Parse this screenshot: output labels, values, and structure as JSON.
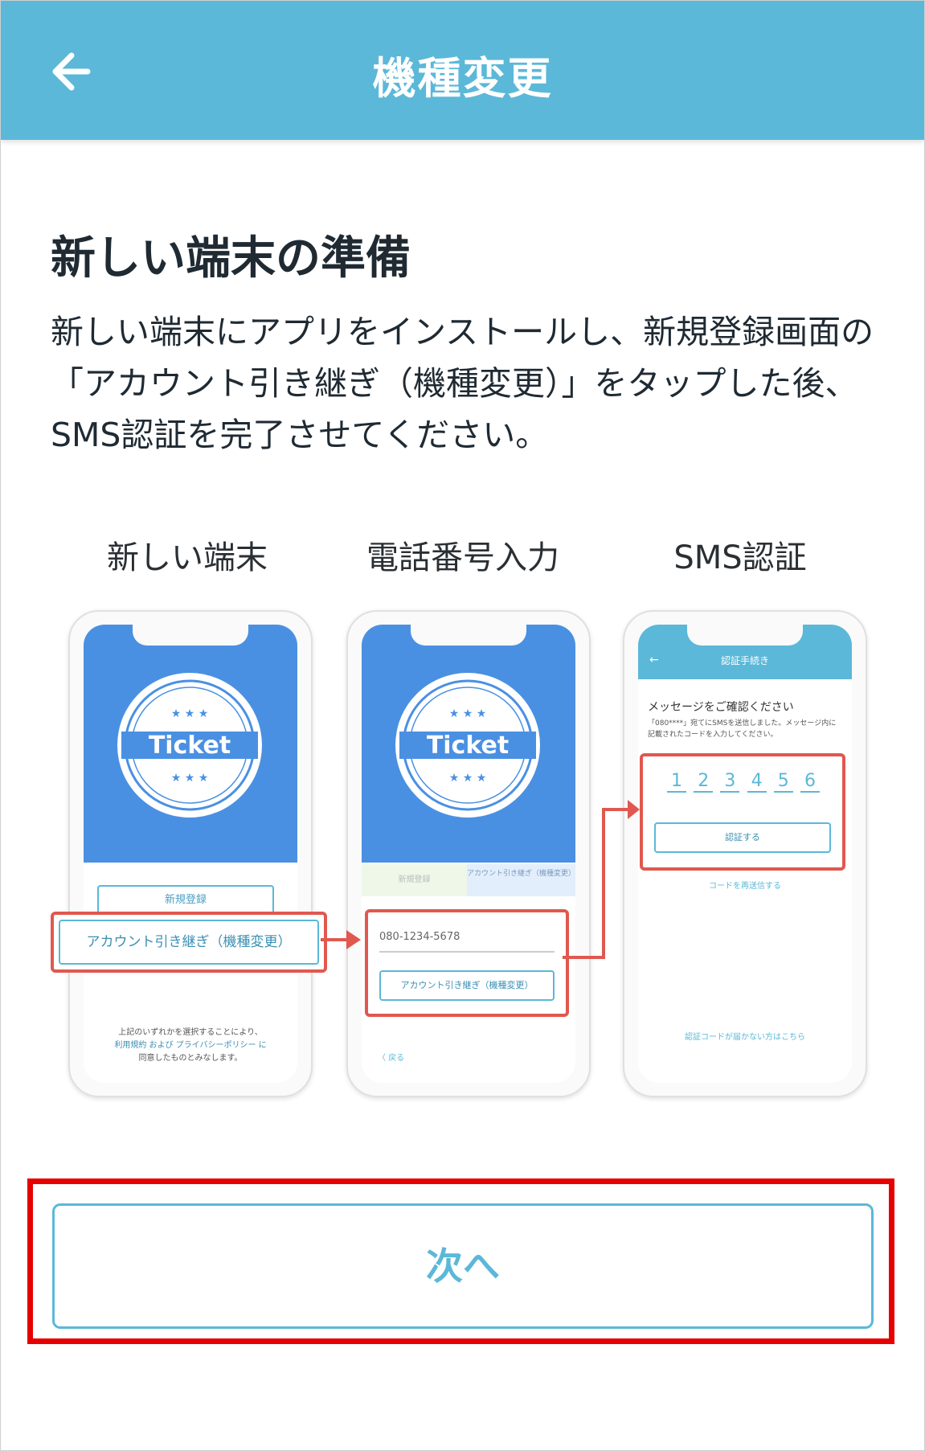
{
  "header": {
    "title": "機種変更",
    "back_icon": "arrow-left-icon"
  },
  "main": {
    "heading": "新しい端末の準備",
    "description": "新しい端末にアプリをインストールし、新規登録画面の「アカウント引き継ぎ（機種変更）」をタップした後、SMS認証を完了させてください。"
  },
  "steps": [
    {
      "label": "新しい端末"
    },
    {
      "label": "電話番号入力"
    },
    {
      "label": "SMS認証"
    }
  ],
  "phone1": {
    "logo_text": "Ticket",
    "register_button": "新規登録",
    "transfer_button": "アカウント引き継ぎ（機種変更）",
    "terms_line1": "上記のいずれかを選択することにより、",
    "terms_line2": "利用規約 および プライバシーポリシー に",
    "terms_line3": "同意したものとみなします。"
  },
  "phone2": {
    "logo_text": "Ticket",
    "tab_register": "新規登録",
    "tab_transfer": "アカウント引き継ぎ（機種変更）",
    "phone_value": "080-1234-5678",
    "transfer_button": "アカウント引き継ぎ（機種変更）",
    "back_link": "〈 戻る"
  },
  "phone3": {
    "title": "認証手続き",
    "message_title": "メッセージをご確認ください",
    "message_body": "「080****」宛てにSMSを送信しました。メッセージ内に記載されたコードを入力してください。",
    "code": [
      "1",
      "2",
      "3",
      "4",
      "5",
      "6"
    ],
    "verify_button": "認証する",
    "resend_link": "コードを再送信する",
    "help_link": "認証コードが届かない方はこちら"
  },
  "next_button": {
    "label": "次へ"
  },
  "colors": {
    "header": "#5bb8d8",
    "accent": "#5bb8d8",
    "highlight_red": "#e60000",
    "arrow_red": "#e0584f",
    "app_blue": "#4a90e2"
  }
}
